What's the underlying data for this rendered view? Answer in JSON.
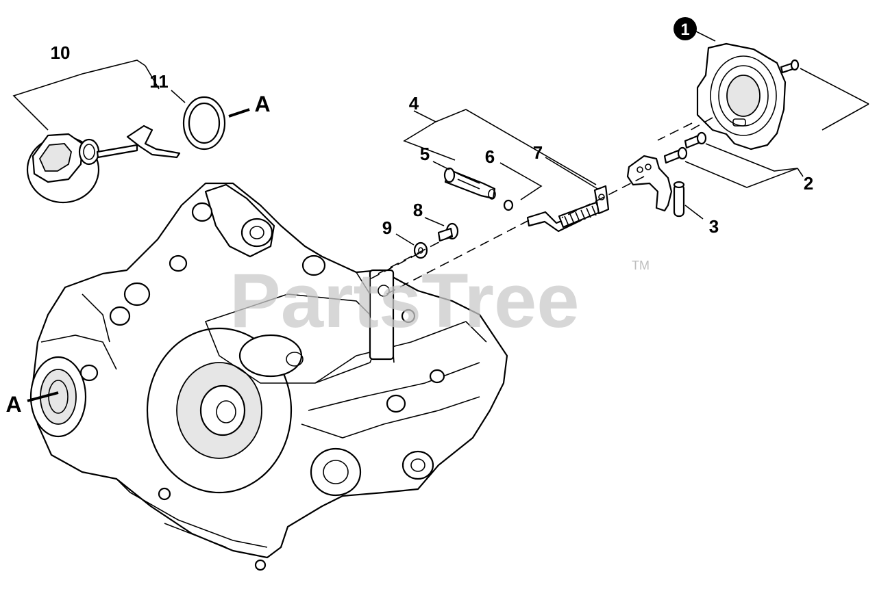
{
  "callouts": {
    "c1": "1",
    "c2": "2",
    "c3": "3",
    "c4": "4",
    "c5": "5",
    "c6": "6",
    "c7": "7",
    "c8": "8",
    "c9": "9",
    "c10": "10",
    "c11": "11"
  },
  "reference_marks": {
    "a_top": "A",
    "a_left": "A"
  },
  "watermark": {
    "text": "PartsTree",
    "trademark": "TM"
  },
  "colors": {
    "ink": "#000000",
    "watermark": "#c9c9c9",
    "background": "#ffffff"
  }
}
